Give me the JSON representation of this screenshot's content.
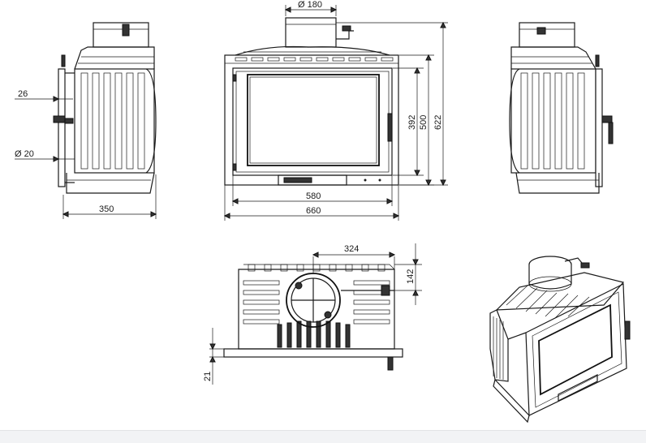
{
  "dimensions": {
    "flue_diameter": "Ø 180",
    "side_depth": "350",
    "side_offset": "26",
    "side_pipe_diameter": "Ø 20",
    "front_inner_height": "392",
    "front_mid_height": "500",
    "front_total_height": "622",
    "front_inner_width": "580",
    "front_total_width": "660",
    "top_offset": "324",
    "top_depth": "142",
    "top_plate": "21"
  },
  "colors": {
    "line": "#1a1a1a",
    "background": "#ffffff",
    "footer": "#f2f3f5"
  }
}
